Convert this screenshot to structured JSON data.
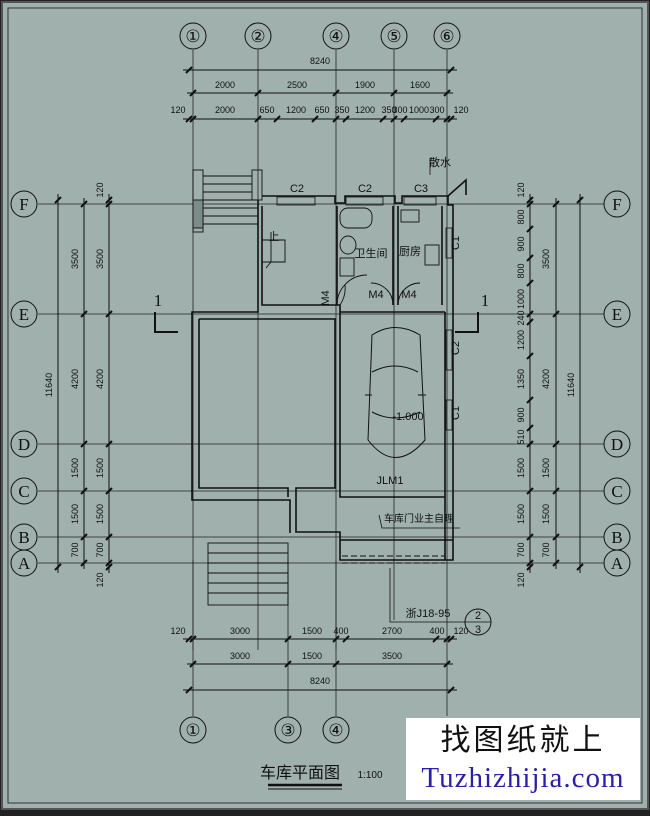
{
  "colors": {
    "background": "#9fb0ad",
    "line": "#111111",
    "watermark_text": "#2a1fa8"
  },
  "axes": {
    "top": [
      "①",
      "②",
      "④",
      "⑤",
      "⑥"
    ],
    "bottom": [
      "①",
      "③",
      "④"
    ],
    "left": [
      "F",
      "E",
      "D",
      "C",
      "B",
      "A"
    ],
    "right": [
      "F",
      "E",
      "D",
      "C",
      "B",
      "A"
    ]
  },
  "dims": {
    "top_total": "8240",
    "top_row2": [
      "2000",
      "2500",
      "1900",
      "1600"
    ],
    "top_row3": [
      "120",
      "2000",
      "650",
      "1200",
      "650",
      "350",
      "1200",
      "350",
      "300",
      "1000",
      "300",
      "120"
    ],
    "left_total": "11640",
    "left_col": [
      "3500",
      "4200",
      "1500",
      "1500",
      "700"
    ],
    "left_col2": [
      "3500",
      "4200",
      "1500",
      "1500",
      "700"
    ],
    "left_edge": [
      "120",
      "120"
    ],
    "right_detail": [
      "120",
      "800",
      "900",
      "800",
      "1000",
      "240",
      "1200",
      "1350",
      "900",
      "510",
      "1500",
      "1500",
      "700",
      "120"
    ],
    "right_col": [
      "3500",
      "4200",
      "1500",
      "1500",
      "700"
    ],
    "right_total": "11640",
    "bottom_row1": [
      "120",
      "3000",
      "1500",
      "400",
      "2700",
      "400",
      "120"
    ],
    "bottom_row2": [
      "3000",
      "1500",
      "3500"
    ],
    "bottom_total": "8240"
  },
  "labels": {
    "window_c2_a": "C2",
    "window_c2_b": "C2",
    "window_c3": "C3",
    "apron": "散水",
    "window_c1_a": "C1",
    "window_c2_side": "C2",
    "window_c1_b": "C1",
    "bathroom": "卫生间",
    "kitchen": "厨房",
    "door_m4_a": "M4",
    "door_m4_b": "M4",
    "door_m4_c": "M4",
    "stair_up": "上",
    "elevation": "-1.000",
    "garage_door": "JLM1",
    "garage_door_note": "车库门业主自理",
    "detail_ref": "浙J18-95",
    "detail_num": "2",
    "detail_sheet": "3",
    "section_left": "1",
    "section_right": "1"
  },
  "title": {
    "text": "车库平面图",
    "scale": "1:100"
  },
  "watermark": {
    "cn": "找图纸就上",
    "en": "Tuzhizhijia.com"
  }
}
